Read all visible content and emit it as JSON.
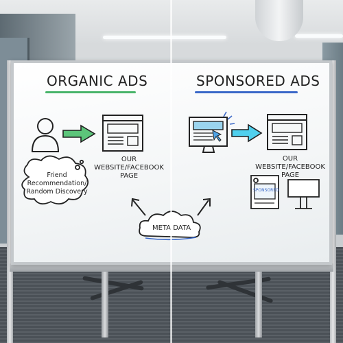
{
  "scene": {
    "description_free": true
  },
  "board": {
    "left_heading": "ORGANIC ADS",
    "right_heading": "SPONSORED ADS",
    "left_website_label": "OUR WEBSITE/FACEBOOK PAGE",
    "right_website_label": "OUR WEBSITE/FACEBOOK PAGE",
    "thought_bubble": "Friend Recommendation/ Random Discovery",
    "cloud_label": "META DATA",
    "sponsored_tag": "SPONSORED"
  },
  "colors": {
    "organic_underline": "#49b46a",
    "sponsored_underline": "#3a68c8",
    "green_arrow": "#5cc57a",
    "cyan_arrow": "#4fd0ee",
    "marker": "#222222"
  }
}
